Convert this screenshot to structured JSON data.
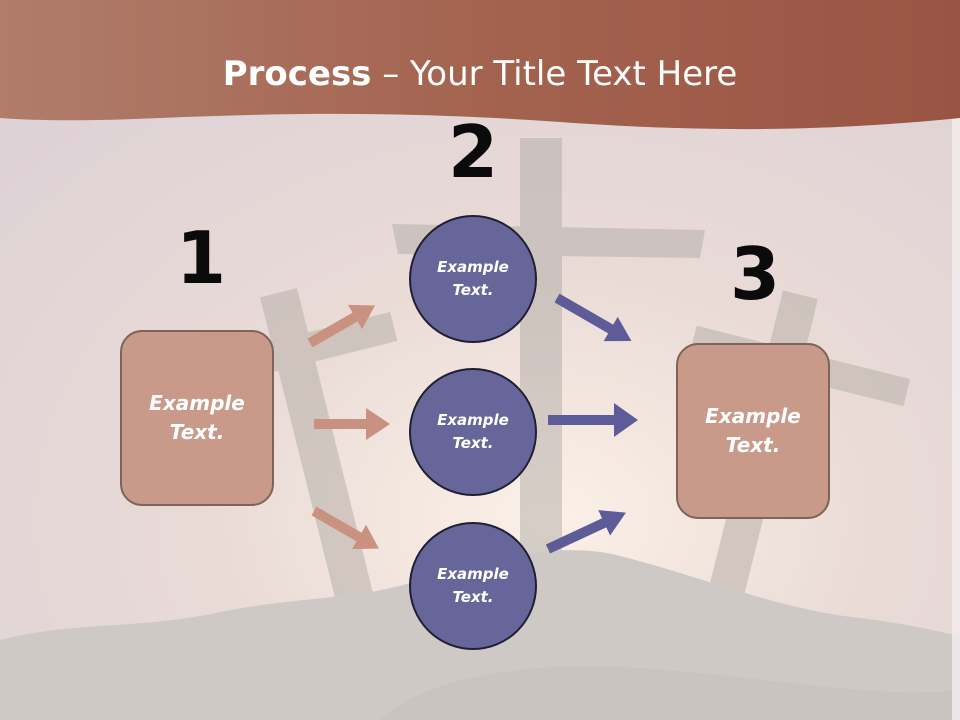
{
  "title": {
    "bold": "Process",
    "rest": " – Your Title Text Here"
  },
  "steps": [
    {
      "number": "1",
      "text": "Example\nText."
    },
    {
      "number": "2",
      "items": [
        "Example\nText.",
        "Example\nText.",
        "Example\nText."
      ]
    },
    {
      "number": "3",
      "text": "Example\nText."
    }
  ],
  "colors": {
    "header": "#9a5e4c",
    "box_fill": "#c99a8a",
    "circle_fill": "#66669a",
    "arrow_left": "#c9917f",
    "arrow_right": "#5d5c99"
  }
}
